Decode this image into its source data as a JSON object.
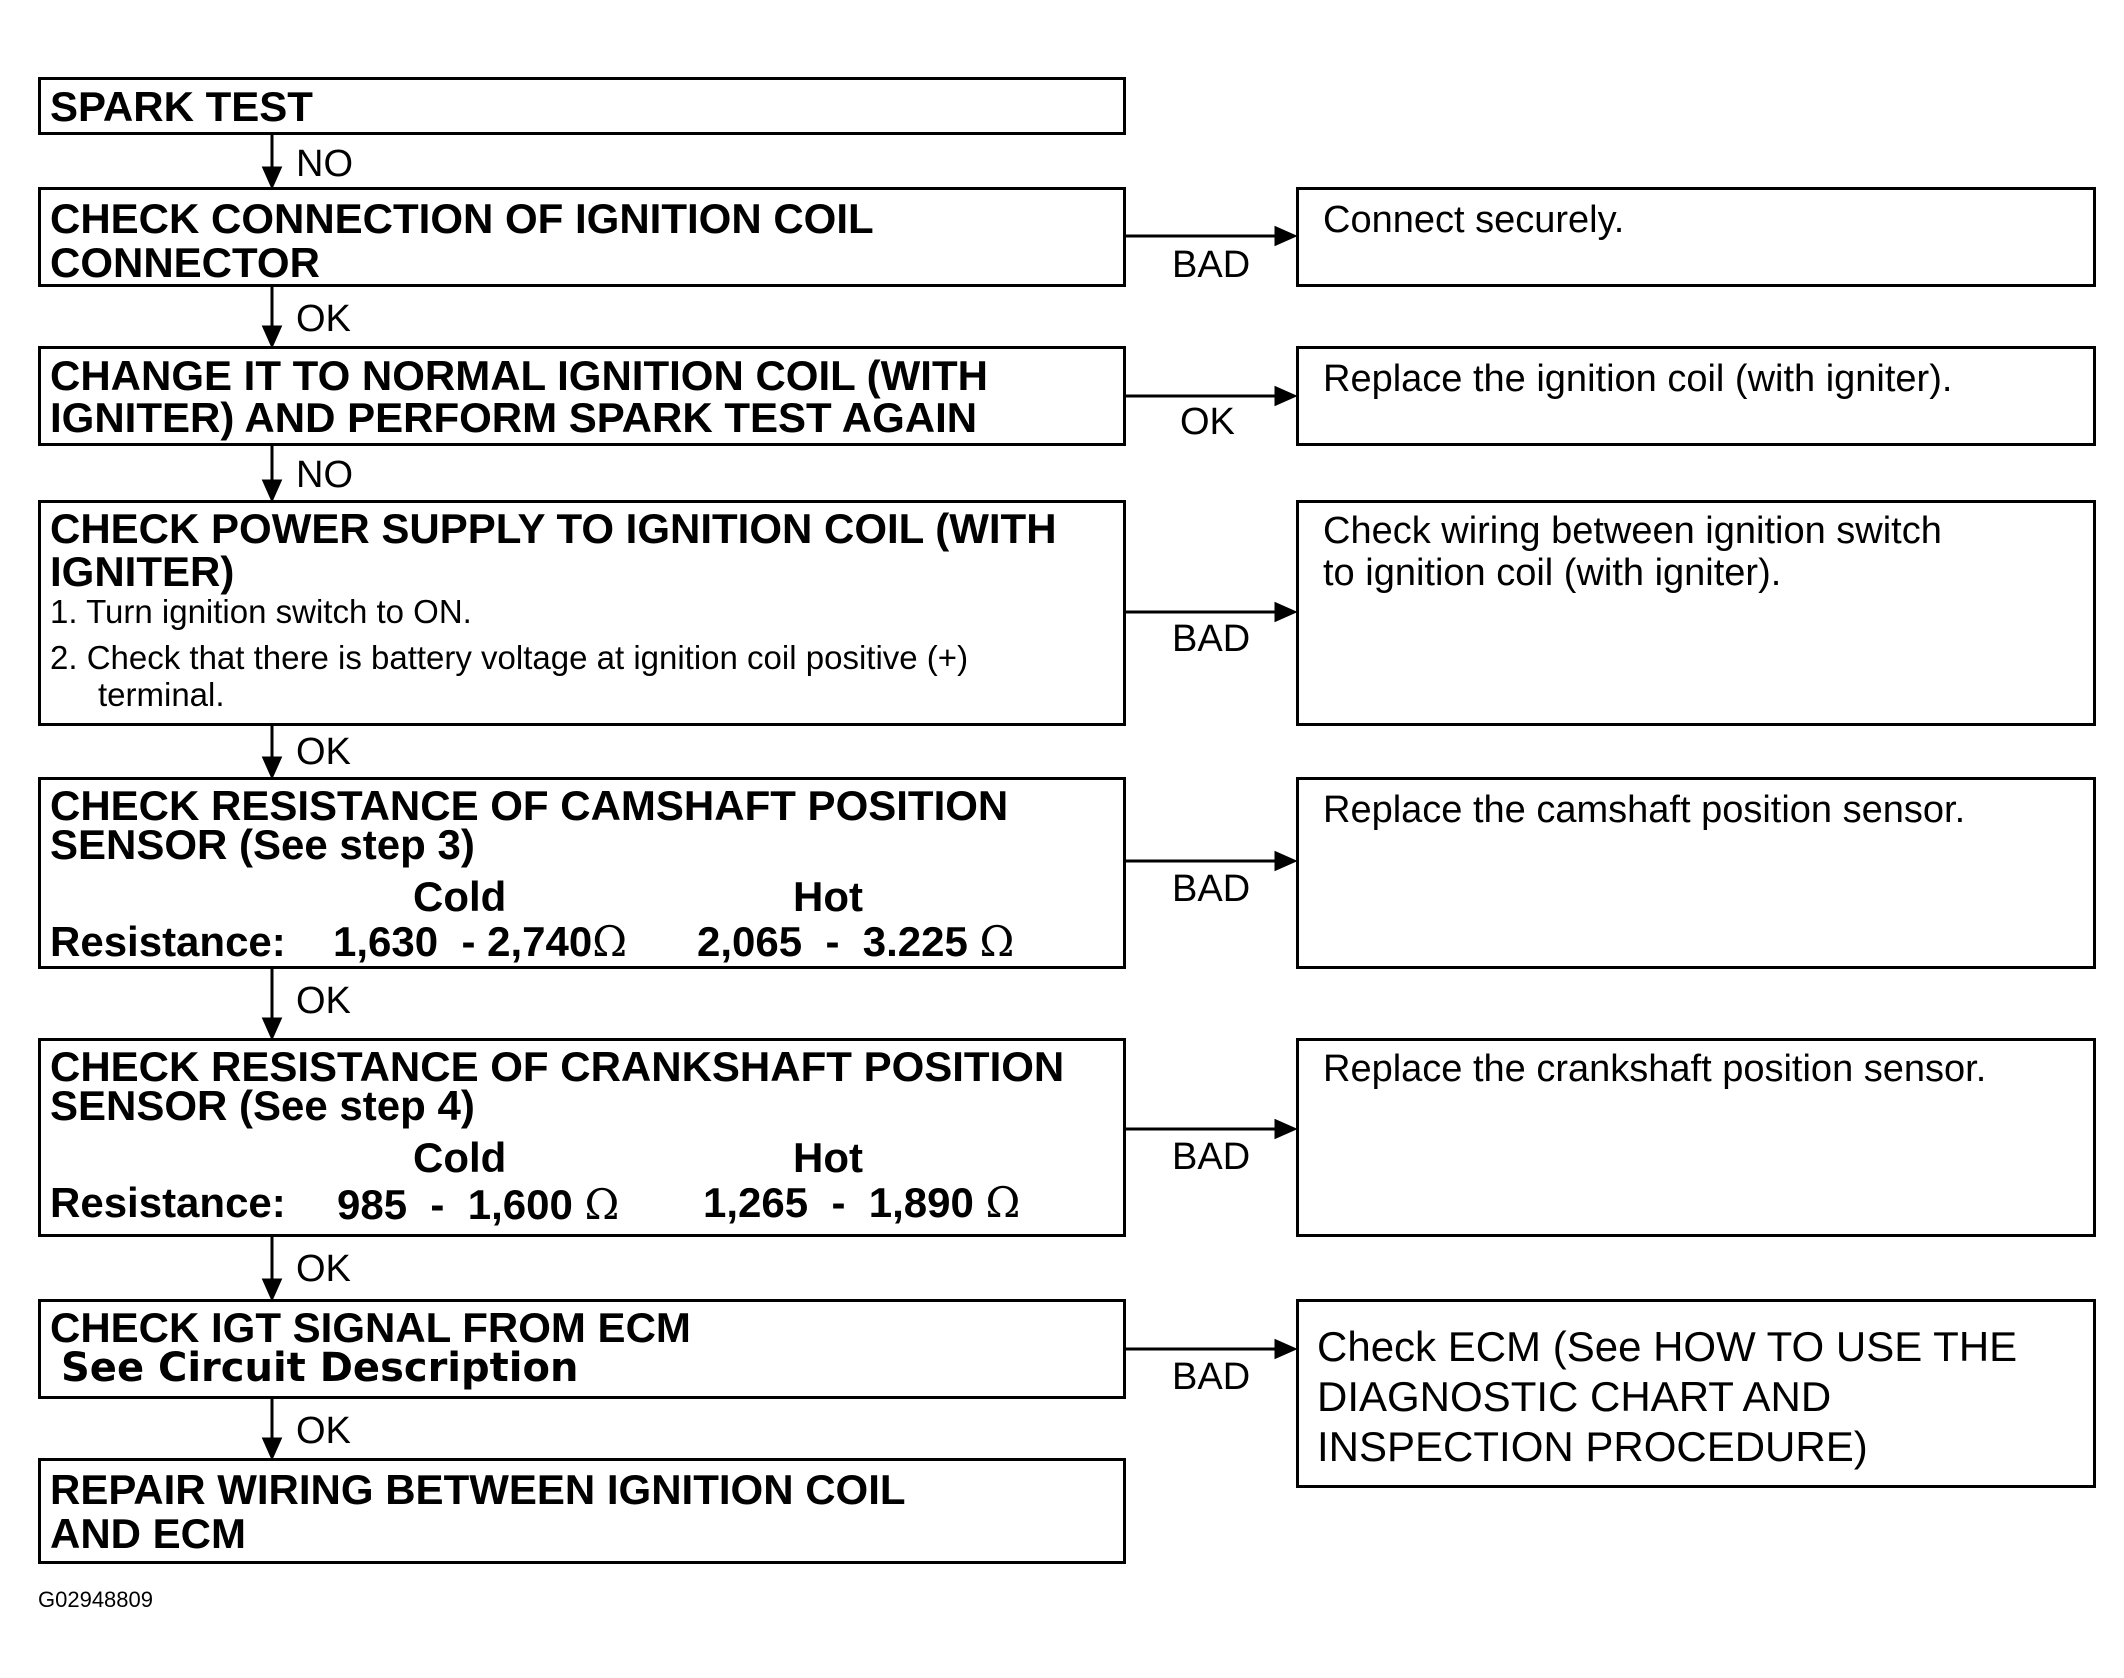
{
  "flowchart": {
    "steps": [
      {
        "title_lines": [
          "SPARK TEST"
        ]
      },
      {
        "title_lines": [
          "CHECK CONNECTION OF IGNITION COIL",
          "CONNECTOR"
        ]
      },
      {
        "title_lines": [
          "CHANGE IT TO NORMAL IGNITION COIL (WITH",
          "IGNITER) AND PERFORM SPARK TEST AGAIN"
        ]
      },
      {
        "title_lines": [
          "CHECK POWER SUPPLY TO IGNITION COIL (WITH",
          "IGNITER)"
        ],
        "instructions": [
          "1. Turn ignition switch to ON.",
          "2. Check that there is battery voltage at ignition coil positive (+)",
          "terminal."
        ]
      },
      {
        "title_lines": [
          "CHECK RESISTANCE OF CAMSHAFT POSITION",
          "SENSOR (See step 3)"
        ],
        "spec": {
          "cold_header": "Cold",
          "hot_header": "Hot",
          "label": "Resistance:",
          "cold_value": "1,630  - 2,740",
          "hot_value": "2,065  -  3.225",
          "unit": "Ω"
        }
      },
      {
        "title_lines": [
          "CHECK RESISTANCE OF CRANKSHAFT POSITION",
          "SENSOR (See step 4)"
        ],
        "spec": {
          "cold_header": "Cold",
          "hot_header": "Hot",
          "label": "Resistance:",
          "cold_value": "985  -  1,600",
          "hot_value": "1,265  -  1,890",
          "unit": "Ω"
        }
      },
      {
        "title_lines": [
          "CHECK IGT SIGNAL FROM ECM"
        ],
        "subtitle": "See Circuit Description"
      },
      {
        "title_lines": [
          "REPAIR WIRING BETWEEN IGNITION COIL",
          "AND ECM"
        ]
      }
    ],
    "down_labels": [
      "NO",
      "OK",
      "NO",
      "OK",
      "OK",
      "OK",
      "OK"
    ],
    "side_labels": [
      "BAD",
      "OK",
      "BAD",
      "BAD",
      "BAD",
      "BAD"
    ],
    "results": [
      {
        "lines": [
          "Connect securely."
        ]
      },
      {
        "lines": [
          "Replace the ignition coil (with igniter)."
        ]
      },
      {
        "lines": [
          "Check wiring between ignition switch",
          "to ignition coil (with igniter)."
        ]
      },
      {
        "lines": [
          "Replace the camshaft position sensor."
        ]
      },
      {
        "lines": [
          "Replace the crankshaft position sensor."
        ]
      },
      {
        "lines": [
          "Check ECM (See HOW TO USE THE",
          "DIAGNOSTIC CHART AND",
          "INSPECTION PROCEDURE)"
        ]
      }
    ]
  },
  "figure_id": "G02948809"
}
